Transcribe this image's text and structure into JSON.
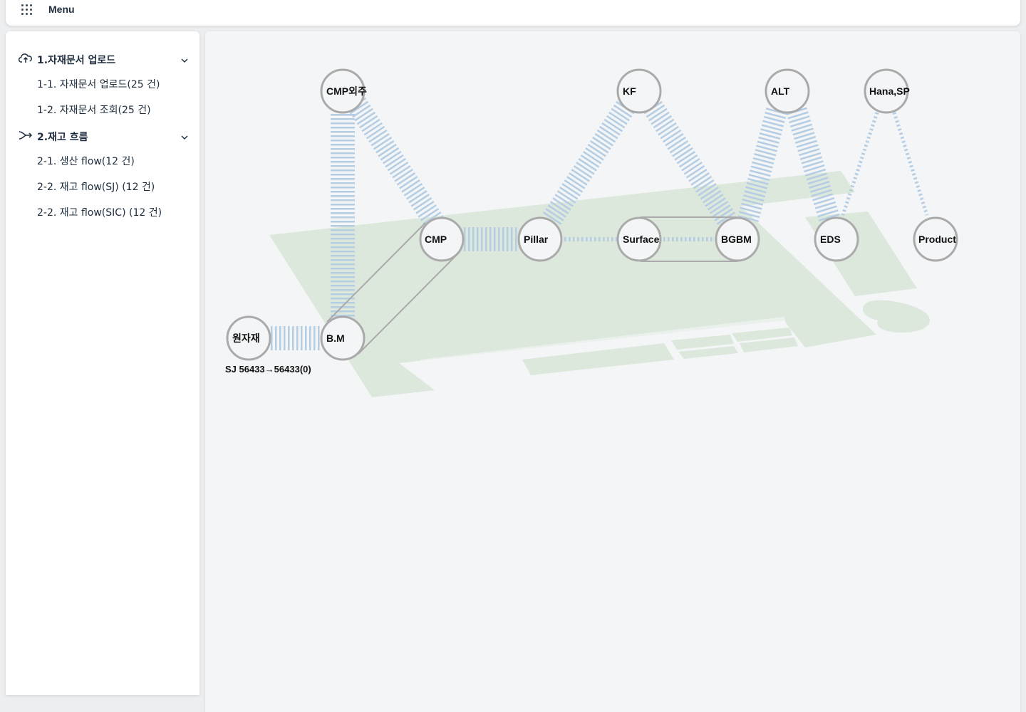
{
  "topbar": {
    "menu_label": "Menu",
    "menu_icon": "grid-icon"
  },
  "sidebar": {
    "groups": [
      {
        "label": "1.자재문서 업로드",
        "icon": "cloud-upload-icon",
        "items": [
          {
            "label": "1-1. 자재문서 업로드(25 건)"
          },
          {
            "label": "1-2. 자재문서 조회(25 건)"
          }
        ]
      },
      {
        "label": "2.재고 흐름",
        "icon": "flow-arrow-icon",
        "items": [
          {
            "label": "2-1. 생산 flow(12 건)"
          },
          {
            "label": "2-2. 재고 flow(SJ) (12 건)"
          },
          {
            "label": "2-2. 재고 flow(SIC) (12 건)"
          }
        ]
      }
    ]
  },
  "flow": {
    "nodes": [
      {
        "id": "cmp-out",
        "label": "CMP외주"
      },
      {
        "id": "kf",
        "label": "KF"
      },
      {
        "id": "alt",
        "label": "ALT"
      },
      {
        "id": "hana",
        "label": "Hana,SP"
      },
      {
        "id": "cmp",
        "label": "CMP"
      },
      {
        "id": "pillar",
        "label": "Pillar"
      },
      {
        "id": "surface",
        "label": "Surface"
      },
      {
        "id": "bgbm",
        "label": "BGBM"
      },
      {
        "id": "eds",
        "label": "EDS"
      },
      {
        "id": "product",
        "label": "Product"
      },
      {
        "id": "raw",
        "label": "원자재"
      },
      {
        "id": "bm",
        "label": "B.M"
      }
    ],
    "status": "SJ 56433→56433(0)",
    "colors": {
      "flow": "#b5cde3",
      "node_stroke": "#aaaaaa",
      "map": "#dde8dd"
    }
  }
}
